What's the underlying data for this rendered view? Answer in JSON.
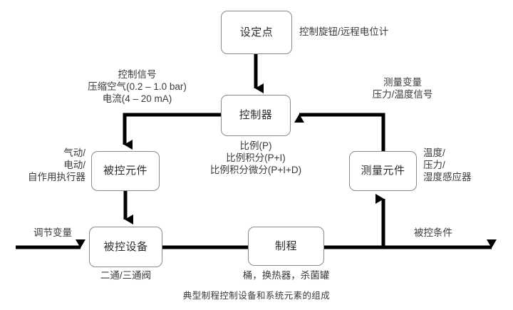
{
  "diagram": {
    "caption": "典型制程控制设备和系统元素的组成",
    "nodes": {
      "setpoint": "设定点",
      "controller": "控制器",
      "controlled_element": "被控元件",
      "controlled_equipment": "被控设备",
      "process": "制程",
      "measuring_element": "测量元件"
    },
    "annotations": {
      "setpoint_note": "控制旋钮/远程电位计",
      "control_signal": "控制信号\n压缩空气(0.2 – 1.0 bar)\n电流(4 – 20 mA)",
      "measured_variable": "测量变量\n压力/温度信号",
      "controller_modes": "比例(P)\n比例积分(P+I)\n比例积分微分(P+I+D)",
      "actuator_types": "气动/\n电动/\n自作用执行器",
      "sensor_types": "温度/\n压力/\n湿度感应器",
      "valve_types": "二通/三通阀",
      "process_types": "桶，换热器，杀菌罐",
      "manipulated_variable": "调节变量",
      "controlled_condition": "被控条件"
    },
    "colors": {
      "box_border": "#8a8a8a",
      "connector": "#000000",
      "text": "#2b2b2b",
      "annotation_text": "#3a3a3a",
      "background": "#ffffff"
    }
  }
}
